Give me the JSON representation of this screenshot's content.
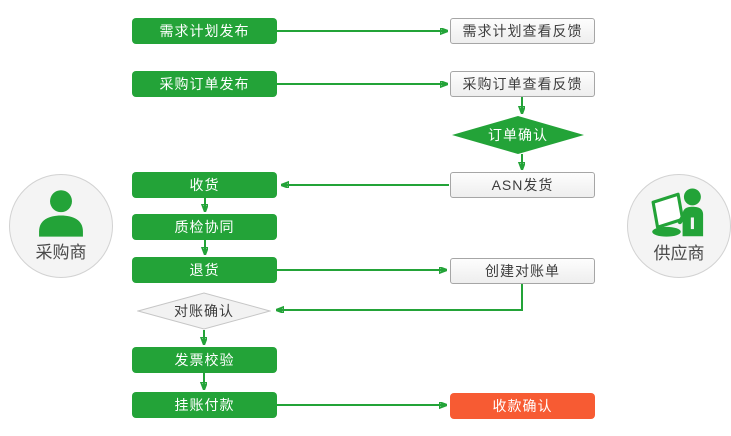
{
  "diagram": {
    "type": "flowchart",
    "title": "procurement-collaboration-flow",
    "colors": {
      "green": "#23a338",
      "red": "#f75b33",
      "light_box_border": "#a6a6a6",
      "gray_diamond_fill": "#f2f2f2",
      "dark_text": "#3d3d3d"
    },
    "actors": {
      "buyer": {
        "label": "采购商",
        "icon": "person-icon"
      },
      "supplier": {
        "label": "供应商",
        "icon": "person-laptop-icon"
      }
    },
    "nodes": {
      "demand_plan_publish": "需求计划发布",
      "demand_plan_feedback": "需求计划查看反馈",
      "po_publish": "采购订单发布",
      "po_feedback": "采购订单查看反馈",
      "order_confirm": "订单确认",
      "asn_ship": "ASN发货",
      "receive": "收货",
      "quality_collab": "质检协同",
      "returns": "退货",
      "create_statement": "创建对账单",
      "statement_confirm": "对账确认",
      "invoice_check": "发票校验",
      "book_payment": "挂账付款",
      "payment_confirm": "收款确认"
    }
  }
}
